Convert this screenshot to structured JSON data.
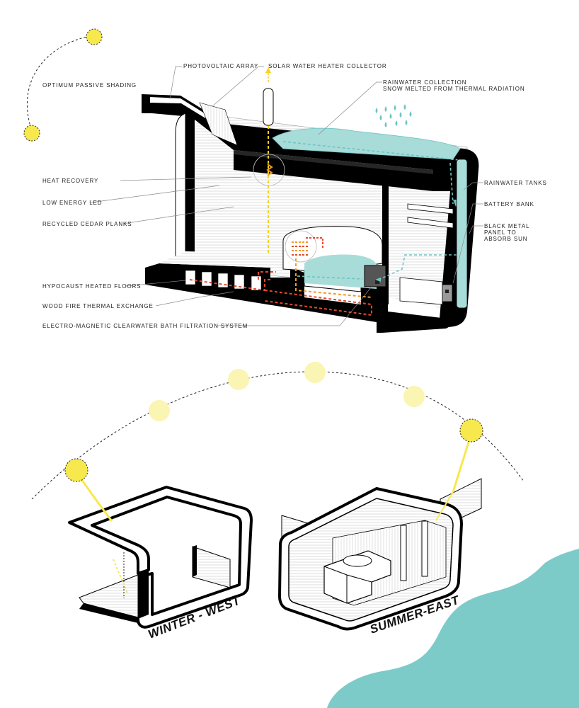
{
  "labels": {
    "optimum_passive_shading": "OPTIMUM PASSIVE SHADING",
    "photovoltaic_array": "PHOTOVOLTAIC ARRAY",
    "solar_water_heater_collector": "SOLAR WATER HEATER COLLECTOR",
    "rainwater_collection_line1": "RAINWATER COLLECTION",
    "rainwater_collection_line2": "SNOW MELTED FROM THERMAL RADIATION",
    "heat_recovery": "HEAT RECOVERY",
    "low_energy_led": "LOW ENERGY LED",
    "recycled_cedar_planks": "RECYCLED CEDAR PLANKS",
    "rainwater_tanks": "RAINWATER TANKS",
    "battery_bank": "BATTERY BANK",
    "black_metal_panel_line1": "BLACK METAL",
    "black_metal_panel_line2": "PANEL TO",
    "black_metal_panel_line3": "ABSORB SUN",
    "hypocaust_heated_floors": "HYPOCAUST HEATED FLOORS",
    "wood_fire_thermal_exchange": "WOOD FIRE THERMAL EXCHANGE",
    "clearwater_filtration": "ELECTRO-MAGNETIC CLEARWATER BATH FILTRATION SYSTEM"
  },
  "orientation": {
    "winter": "WINTER - WEST",
    "summer": "SUMMER-EAST"
  },
  "colors": {
    "sun": "#f7e94d",
    "sun_faded": "#faf5b3",
    "water": "#a8dcd9",
    "sea": "#7ccbc9",
    "heat_red": "#e8472b",
    "heat_orange": "#f29a1f",
    "flow_blue": "#6fc4c4",
    "structure": "#000000"
  }
}
